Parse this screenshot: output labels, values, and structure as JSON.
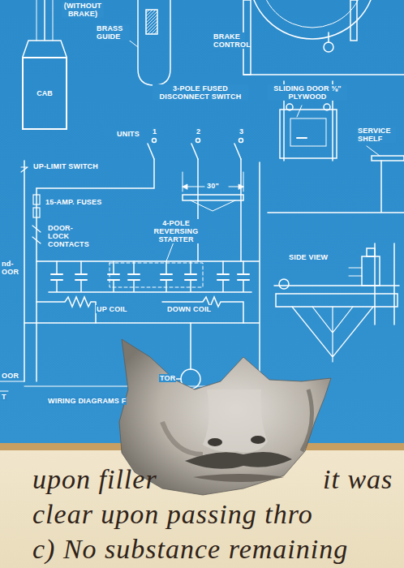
{
  "diagram": {
    "nodes": [
      {
        "text": [
          "CAB"
        ]
      }
    ],
    "labels": [
      "(WITHOUT BRAKE)",
      "BRASS GUIDE",
      "BRAKE CONTROL",
      "SLIDING DOOR ⅜\" PLYWOOD",
      "3-POLE FUSED DISCONNECT SWITCH",
      "UNITS",
      "1",
      "2",
      "3",
      "SERVICE SHELF",
      "30\"",
      "UP-LIMIT SWITCH",
      "15-AMP. FUSES",
      "DOOR-LOCK CONTACTS",
      "4-POLE REVERSING STARTER",
      "SIDE VIEW",
      "UP COIL",
      "DOWN COIL",
      "nd- OOR",
      "OOR",
      "T",
      "TOR",
      "WIRING DIAGRAMS F",
      "upon filler",
      "it was",
      "clear upon passing thro",
      "c) No substance remaining"
    ]
  }
}
